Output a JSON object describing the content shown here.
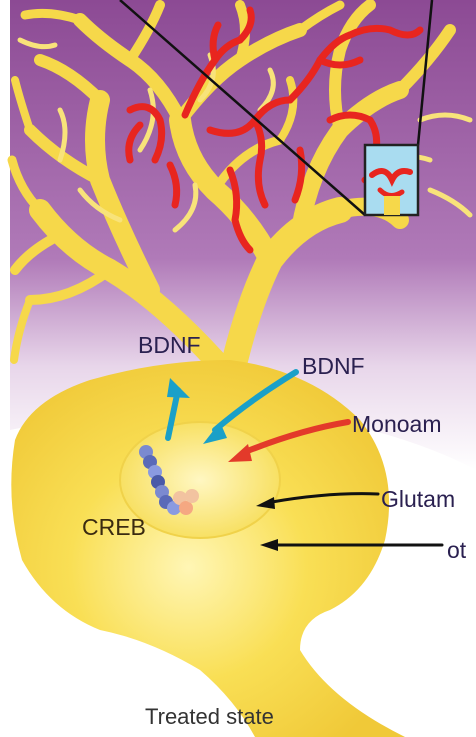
{
  "labels": {
    "bdnf_released": "BDNF",
    "bdnf_incoming": "BDNF",
    "monoamines": "Monoam",
    "glutamate": "Glutam",
    "other": "ot",
    "creb": "CREB"
  },
  "caption": "Treated state",
  "colors": {
    "background_purple": "#9a5aa0",
    "neuron_yellow": "#f6d84a",
    "neuron_highlight": "#fff3a8",
    "spines_red": "#e8251f",
    "arrow_cyan": "#1aa0c8",
    "arrow_red": "#e33a2a",
    "arrow_black": "#111111",
    "inset_blue": "#a9dcf0"
  }
}
